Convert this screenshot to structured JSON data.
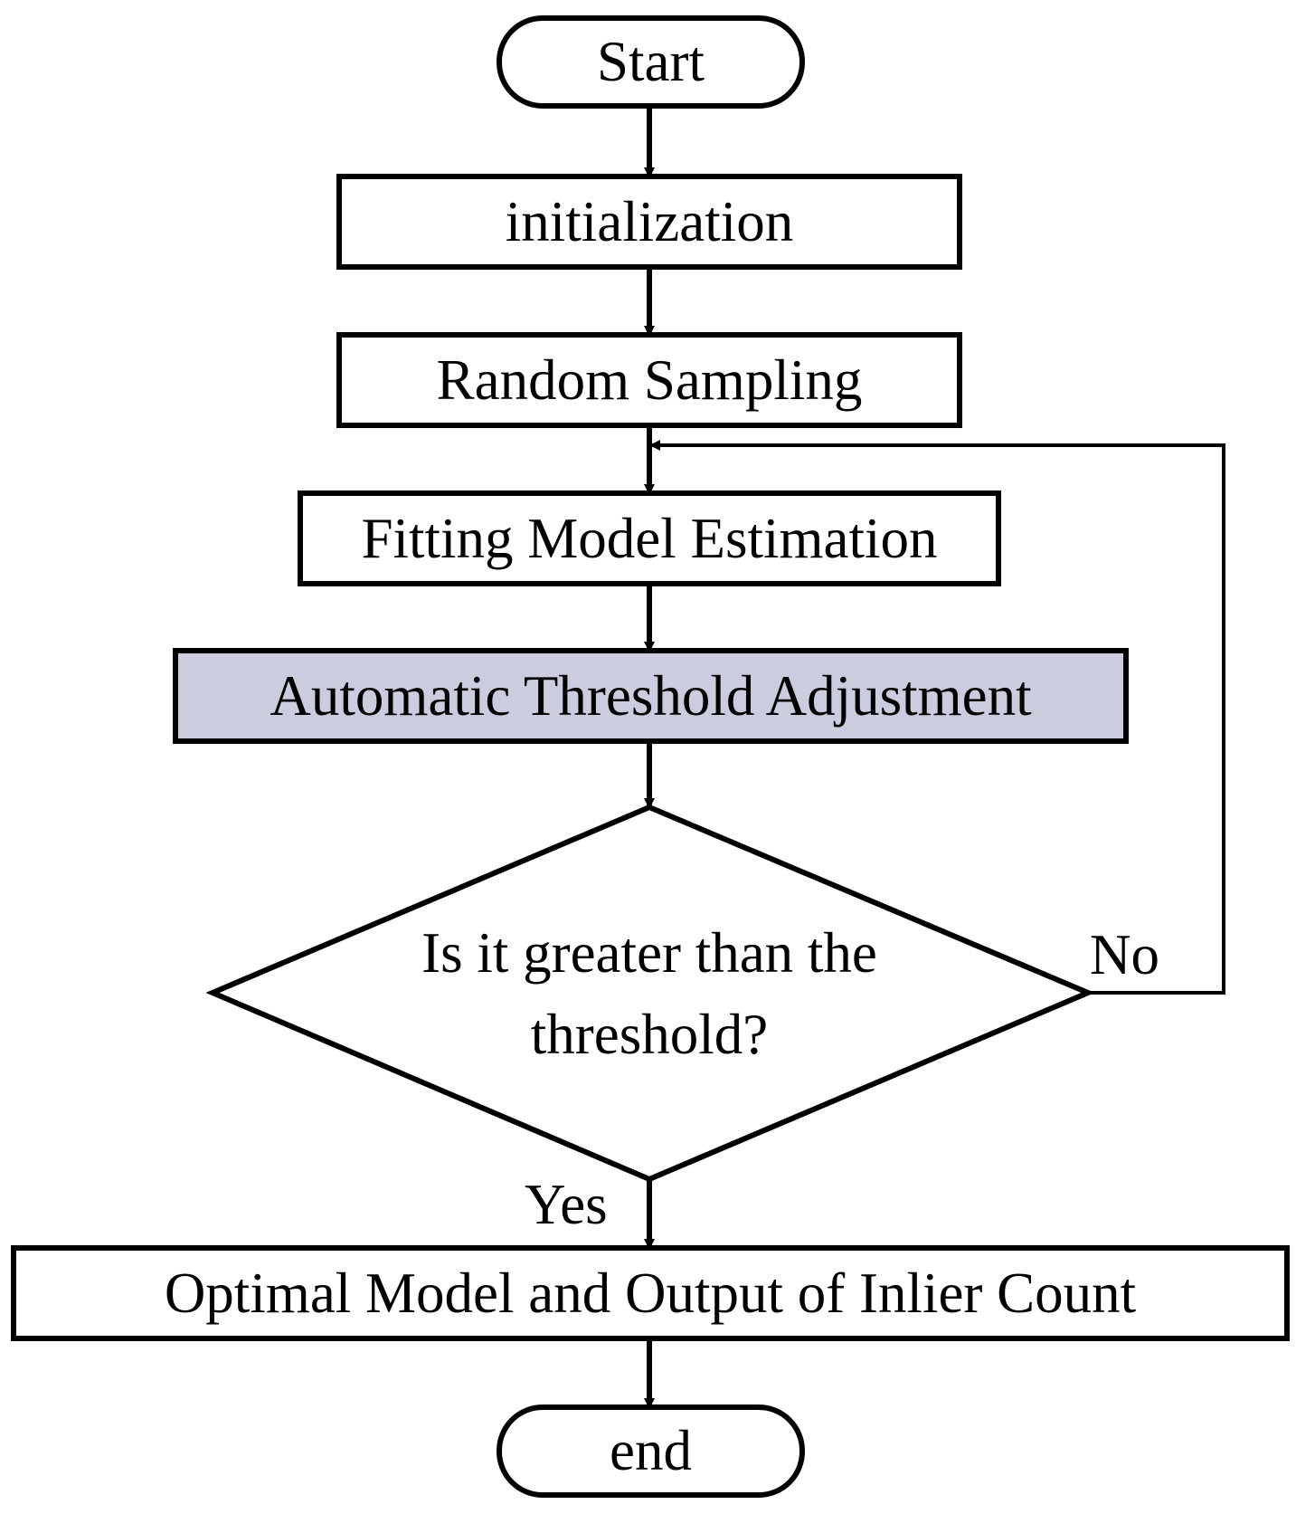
{
  "diagram": {
    "nodes": {
      "start": {
        "label": "Start",
        "shape": "terminal"
      },
      "init": {
        "label": "initialization",
        "shape": "process"
      },
      "sampling": {
        "label": "Random Sampling",
        "shape": "process"
      },
      "fitting": {
        "label": "Fitting Model Estimation",
        "shape": "process"
      },
      "threshold_adj": {
        "label": "Automatic Threshold Adjustment",
        "shape": "process",
        "fill": "#ccccdf"
      },
      "decision": {
        "line1": "Is it greater than the",
        "line2": "threshold?",
        "shape": "decision"
      },
      "output": {
        "label": "Optimal Model and Output of Inlier Count",
        "shape": "process"
      },
      "end": {
        "label": "end",
        "shape": "terminal"
      }
    },
    "edges": {
      "no_label": "No",
      "yes_label": "Yes"
    },
    "colors": {
      "stroke": "#000000",
      "background": "#ffffff",
      "highlight_fill": "#ccccdf"
    }
  }
}
